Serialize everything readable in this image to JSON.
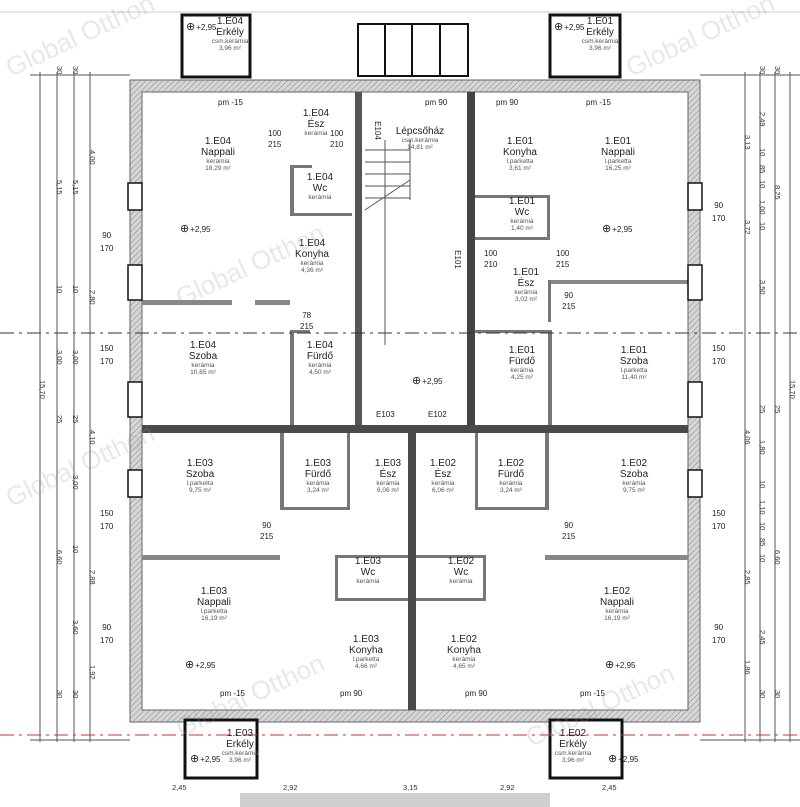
{
  "watermark": "Global Otthon",
  "stair": {
    "name": "Lépcsőház",
    "floor": "csm.kerámia",
    "area": "14,81 m²",
    "level": "+2,95"
  },
  "rooms": {
    "e04_nappali": {
      "id": "1.E04",
      "name": "Nappali",
      "floor": "kerámia",
      "area": "18,29 m²"
    },
    "e04_esz": {
      "id": "1.E04",
      "name": "Ész",
      "floor": "kerámia"
    },
    "e04_wc": {
      "id": "1.E04",
      "name": "Wc",
      "floor": "kerámia"
    },
    "e04_konyha": {
      "id": "1.E04",
      "name": "Konyha",
      "floor": "kerámia",
      "area": "4,36 m²"
    },
    "e04_szoba": {
      "id": "1.E04",
      "name": "Szoba",
      "floor": "kerámia",
      "area": "10,65 m²"
    },
    "e04_furdo": {
      "id": "1.E04",
      "name": "Fürdő",
      "floor": "kerámia",
      "area": "4,50 m²"
    },
    "e01_konyha": {
      "id": "1.E01",
      "name": "Konyha",
      "floor": "l.parketta",
      "area": "3,61 m²"
    },
    "e01_nappali": {
      "id": "1.E01",
      "name": "Nappali",
      "floor": "l.parketta",
      "area": "16,25 m²"
    },
    "e01_wc": {
      "id": "1.E01",
      "name": "Wc",
      "floor": "kerámia",
      "area": "1,40 m²"
    },
    "e01_esz": {
      "id": "1.E01",
      "name": "Ész",
      "floor": "kerámia",
      "area": "3,02 m²"
    },
    "e01_furdo": {
      "id": "1.E01",
      "name": "Fürdő",
      "floor": "kerámia",
      "area": "4,25 m²"
    },
    "e01_szoba": {
      "id": "1.E01",
      "name": "Szoba",
      "floor": "l.parketta",
      "area": "11,40 m²"
    },
    "e03_szoba": {
      "id": "1.E03",
      "name": "Szoba",
      "floor": "l.parketta",
      "area": "9,75 m²"
    },
    "e03_furdo": {
      "id": "1.E03",
      "name": "Fürdő",
      "floor": "kerámia",
      "area": "3,24 m²"
    },
    "e03_esz": {
      "id": "1.E03",
      "name": "Ész",
      "floor": "kerámia",
      "area": "6,06 m²"
    },
    "e03_wc": {
      "id": "1.E03",
      "name": "Wc",
      "floor": "kerámia"
    },
    "e03_nappali": {
      "id": "1.E03",
      "name": "Nappali",
      "floor": "l.parketta",
      "area": "16,19 m²"
    },
    "e03_konyha": {
      "id": "1.E03",
      "name": "Konyha",
      "floor": "l.parketta",
      "area": "4,66 m²"
    },
    "e02_esz": {
      "id": "1.E02",
      "name": "Ész",
      "floor": "kerámia",
      "area": "6,06 m²"
    },
    "e02_furdo": {
      "id": "1.E02",
      "name": "Fürdő",
      "floor": "kerámia",
      "area": "3,24 m²"
    },
    "e02_wc": {
      "id": "1.E02",
      "name": "Wc",
      "floor": "kerámia"
    },
    "e02_konyha": {
      "id": "1.E02",
      "name": "Konyha",
      "floor": "kerámia",
      "area": "4,65 m²"
    },
    "e02_szoba": {
      "id": "1.E02",
      "name": "Szoba",
      "floor": "kerámia",
      "area": "9,75 m²"
    },
    "e02_nappali": {
      "id": "1.E02",
      "name": "Nappali",
      "floor": "kerámia",
      "area": "16,19 m²"
    }
  },
  "balconies": {
    "e04": {
      "id": "1.E04",
      "name": "Erkély",
      "floor": "csm.kerámia",
      "area": "3,96 m²",
      "level": "+2,95"
    },
    "e01": {
      "id": "1.E01",
      "name": "Erkély",
      "floor": "csm.kerámia",
      "area": "3,96 m²",
      "level": "+2,95"
    },
    "e03": {
      "id": "1.E03",
      "name": "Erkély",
      "floor": "csm.kerámia",
      "area": "3,96 m²",
      "level": "+2,95"
    },
    "e02": {
      "id": "1.E02",
      "name": "Erkély",
      "floor": "csm.kerámia",
      "area": "3,96 m²",
      "level": "+2,95"
    }
  },
  "level": "+2,95",
  "pm": {
    "minus15": "pm -15",
    "p90": "pm 90"
  },
  "entrances": {
    "e104": "E104",
    "e101": "E101",
    "e103": "E103",
    "e102": "E102"
  },
  "windows": {
    "small": [
      "90",
      "170"
    ],
    "large": [
      "150",
      "170"
    ]
  },
  "doors": {
    "a": [
      "100",
      "215"
    ],
    "b": [
      "100",
      "210"
    ],
    "c": [
      "90",
      "215"
    ],
    "d": [
      "78",
      "215"
    ]
  },
  "dims_left": [
    "30",
    "30",
    "5,15",
    "5,15",
    "4,00",
    "2,80",
    "10",
    "10",
    "3,00",
    "3,00",
    "15,70",
    "25",
    "25",
    "4,10",
    "3,00",
    "10",
    "6,60",
    "2,88",
    "3,60",
    "1,92",
    "30",
    "30"
  ],
  "dims_right": [
    "30",
    "30",
    "3,13",
    "2,49",
    "10",
    "85",
    "10",
    "1,00",
    "10",
    "3,72",
    "8,25",
    "3,50",
    "15,70",
    "25",
    "25",
    "4,06",
    "1,80",
    "10",
    "1,10",
    "10",
    "85",
    "10",
    "6,60",
    "2,85",
    "2,45",
    "1,86",
    "30",
    "30"
  ],
  "dims_bottom": [
    "2,45",
    "2,92",
    "3,15",
    "2,92",
    "2,45"
  ],
  "colors": {
    "wall": "#4a4a4a",
    "hatch": "#bdbdbd",
    "axis": "#cc3333"
  }
}
